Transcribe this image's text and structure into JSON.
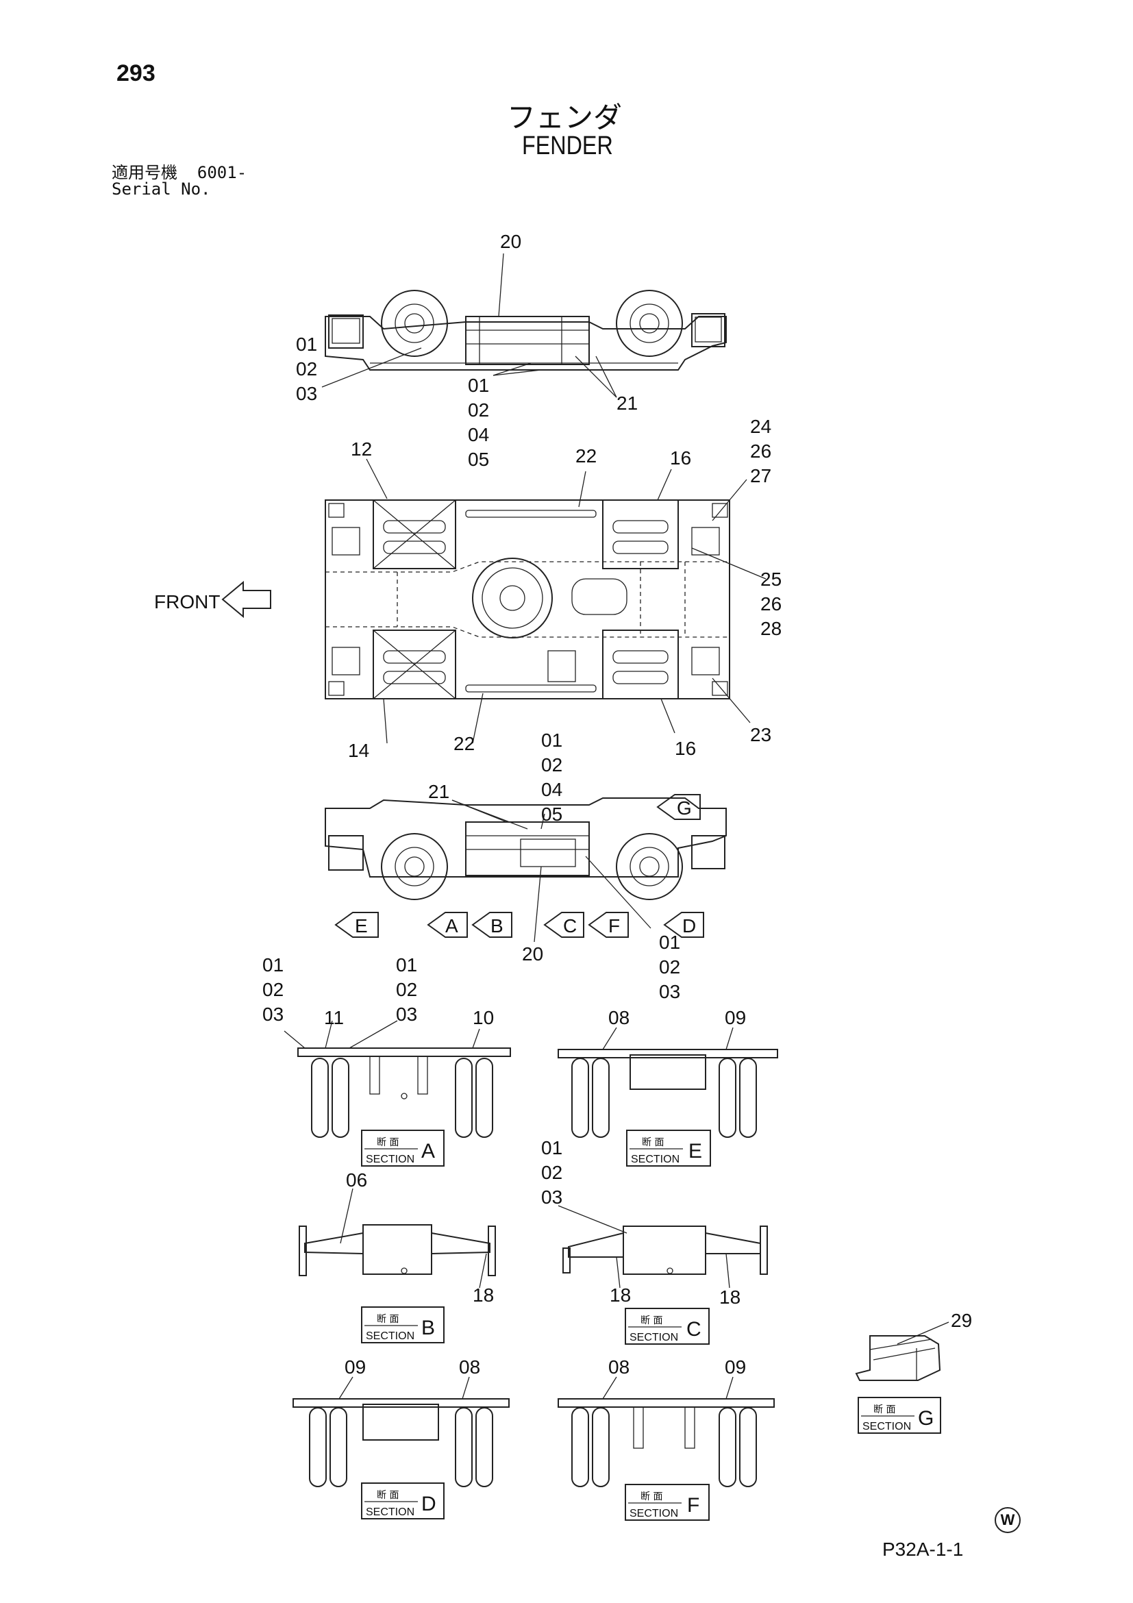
{
  "page_number": "293",
  "title_jp": "フェンダ",
  "title_en": "FENDER",
  "serial_label_jp": "適用号機",
  "serial_value": "6001-",
  "serial_label_en": "Serial No.",
  "front_label": "FRONT",
  "callouts": {
    "top_view": [
      "20",
      "01",
      "02",
      "03",
      "01",
      "02",
      "04",
      "05",
      "21"
    ],
    "plan_view": [
      "12",
      "22",
      "16",
      "24",
      "26",
      "27",
      "25",
      "26",
      "28",
      "14",
      "22",
      "16",
      "23"
    ],
    "side_view": [
      "01",
      "02",
      "04",
      "05",
      "21",
      "20",
      "01",
      "02",
      "03"
    ],
    "section_labels": [
      "01",
      "02",
      "03",
      "11",
      "01",
      "02",
      "03",
      "10",
      "08",
      "09",
      "06",
      "18",
      "01",
      "02",
      "03",
      "18",
      "18",
      "09",
      "08",
      "08",
      "09",
      "29"
    ]
  },
  "view_arrows": [
    "G",
    "E",
    "A",
    "B",
    "C",
    "F",
    "D"
  ],
  "sections": [
    {
      "jp": "断 面",
      "en": "SECTION",
      "letter": "A"
    },
    {
      "jp": "断 面",
      "en": "SECTION",
      "letter": "E"
    },
    {
      "jp": "断 面",
      "en": "SECTION",
      "letter": "B"
    },
    {
      "jp": "断 面",
      "en": "SECTION",
      "letter": "C"
    },
    {
      "jp": "断 面",
      "en": "SECTION",
      "letter": "G"
    },
    {
      "jp": "断 面",
      "en": "SECTION",
      "letter": "D"
    },
    {
      "jp": "断 面",
      "en": "SECTION",
      "letter": "F"
    }
  ],
  "w_mark": "W",
  "page_code": "P32A-1-1"
}
